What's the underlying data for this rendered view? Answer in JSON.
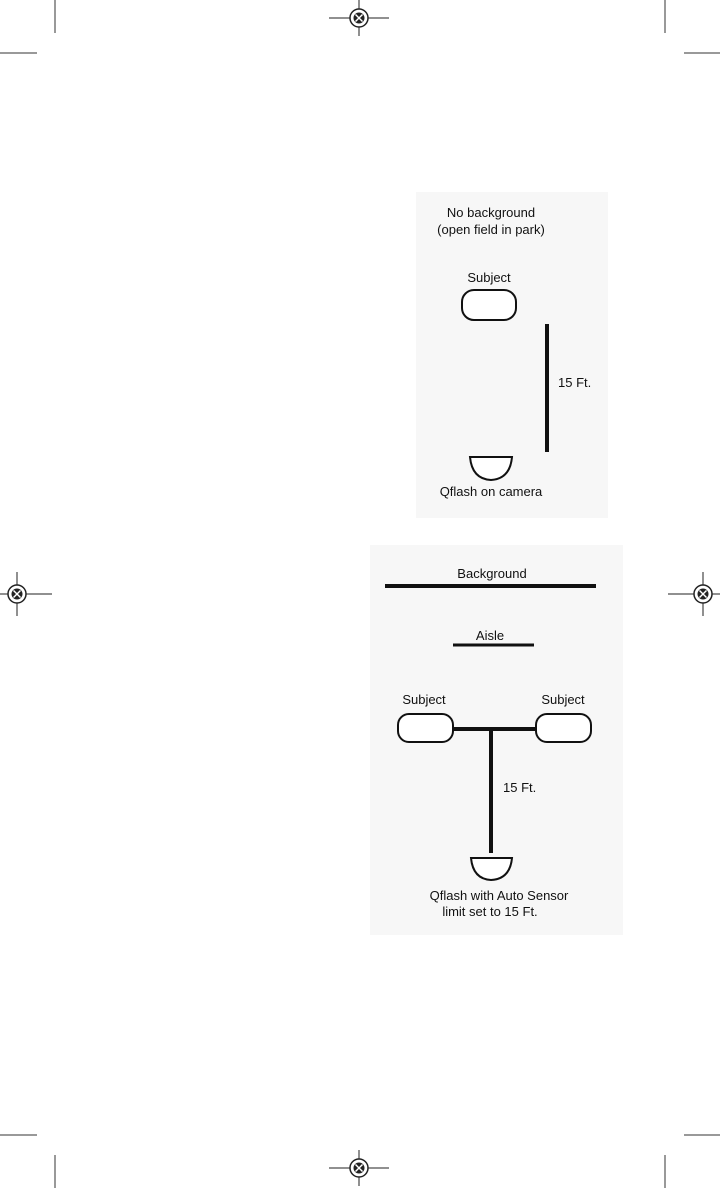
{
  "diagram_top": {
    "background_label_line1": "No background",
    "background_label_line2": "(open field in park)",
    "subject_label": "Subject",
    "distance_label": "15 Ft.",
    "flash_label": "Qflash on camera"
  },
  "diagram_bottom": {
    "background_label": "Background",
    "aisle_label": "Aisle",
    "subject_left_label": "Subject",
    "subject_right_label": "Subject",
    "distance_label": "15 Ft.",
    "flash_label_line1": "Qflash with Auto Sensor",
    "flash_label_line2": "limit set to 15 Ft."
  },
  "icons": {
    "registration_mark": "registration-target-icon",
    "crop_mark": "crop-mark"
  }
}
